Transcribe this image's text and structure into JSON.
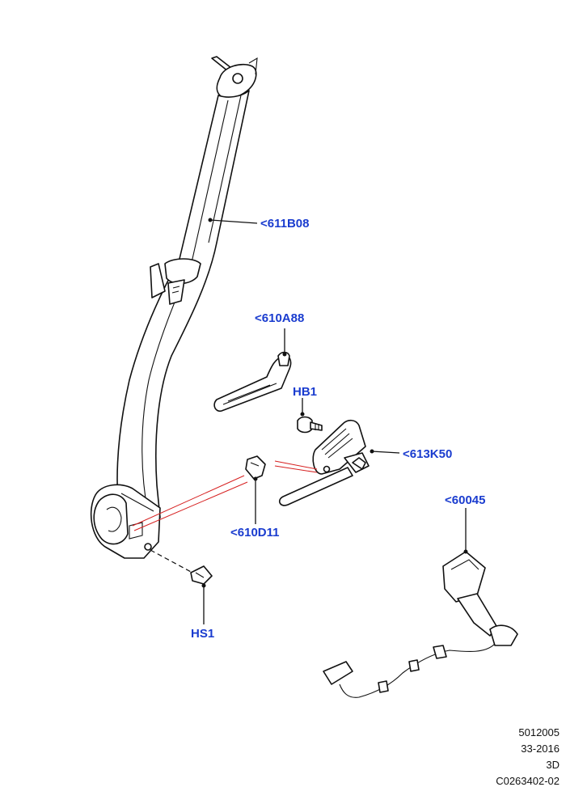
{
  "callouts": {
    "belt_assembly": "<611B08",
    "trim_cover": "<610A88",
    "bolt_hb1": "HB1",
    "height_adjuster": "<613K50",
    "clip": "<610D11",
    "buckle": "<60045",
    "bolt_hs1": "HS1"
  },
  "footer": {
    "line1": "5012005",
    "line2": "33-2016",
    "line3": "3D",
    "line4": "C0263402-02"
  },
  "colors": {
    "callout_text": "#1a3ccf",
    "line_art": "#111111",
    "alignment_lines": "#d61f1f"
  }
}
